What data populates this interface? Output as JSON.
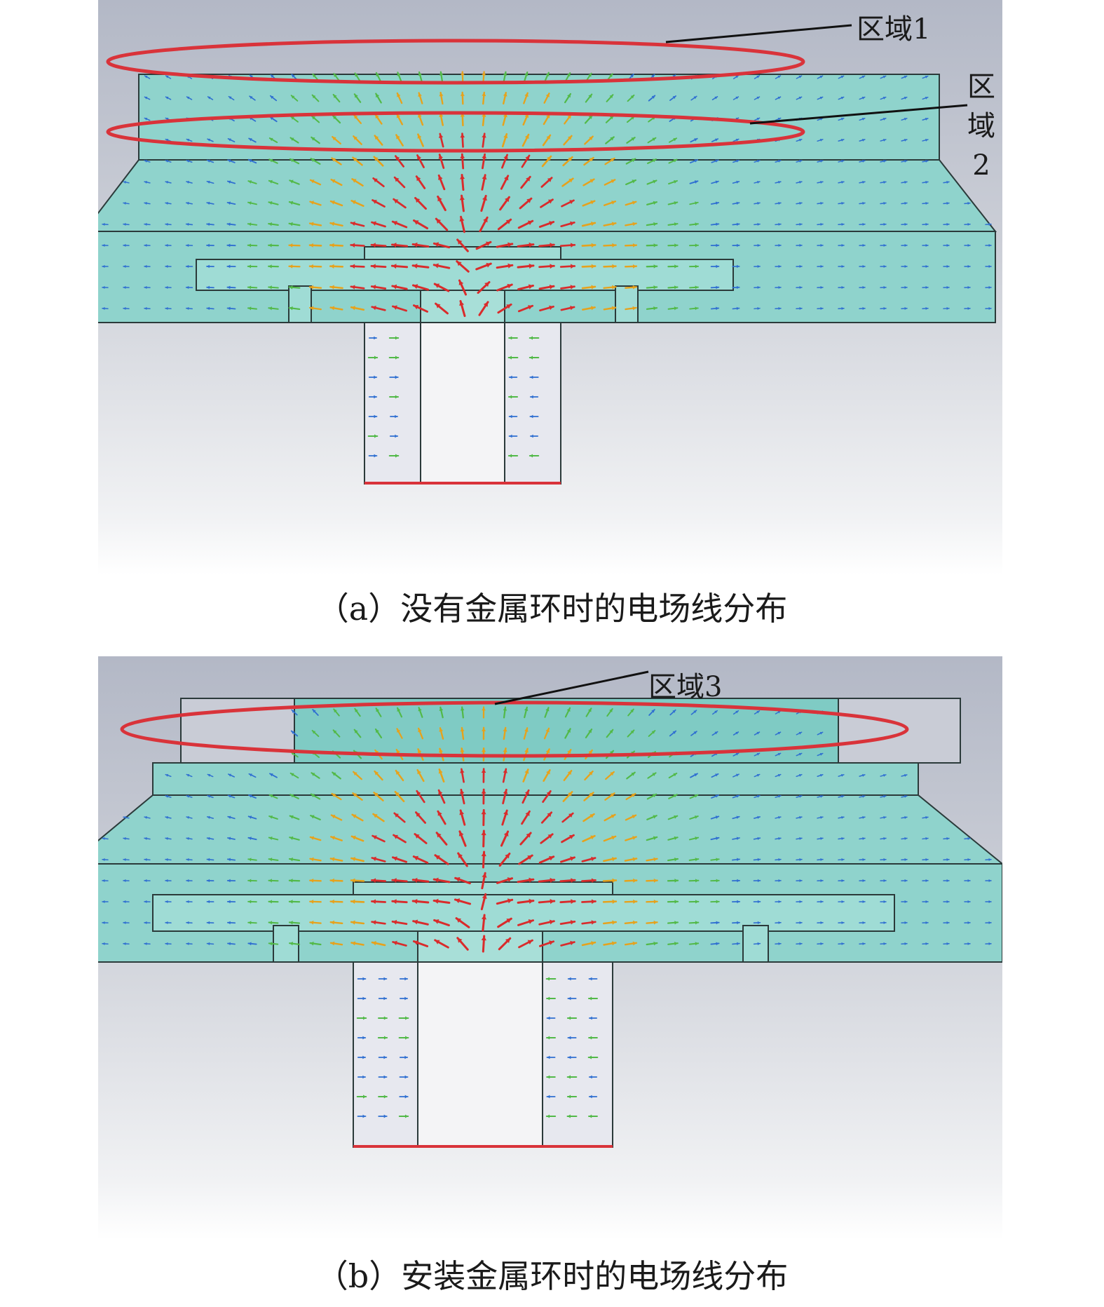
{
  "figure": {
    "panel_a": {
      "caption": "（a）没有金属环时的电场线分布",
      "region1_label": "区域1",
      "region2_label": [
        "区",
        "域",
        "2"
      ]
    },
    "panel_b": {
      "caption": "（b）安装金属环时的电场线分布",
      "region3_label": "区域3"
    }
  },
  "colors": {
    "body_fill": "#8fd3cc",
    "ring_outline": "#d9333a",
    "tube_fill": "#e7e8ef",
    "arrow_strong": "#d92b2b",
    "arrow_mid": "#e6a21c",
    "arrow_weak": "#52b948",
    "arrow_faint": "#2f6fd1"
  }
}
